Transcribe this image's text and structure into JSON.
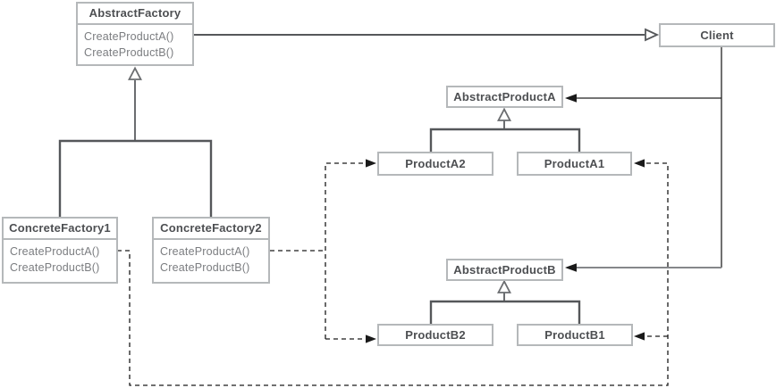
{
  "diagram": {
    "kind": "uml-class-diagram",
    "classes": {
      "abstractFactory": {
        "name": "AbstractFactory",
        "methods": [
          "CreateProductA()",
          "CreateProductB()"
        ]
      },
      "client": {
        "name": "Client"
      },
      "abstractProductA": {
        "name": "AbstractProductA"
      },
      "productA2": {
        "name": "ProductA2"
      },
      "productA1": {
        "name": "ProductA1"
      },
      "concreteFactory1": {
        "name": "ConcreteFactory1",
        "methods": [
          "CreateProductA()",
          "CreateProductB()"
        ]
      },
      "concreteFactory2": {
        "name": "ConcreteFactory2",
        "methods": [
          "CreateProductA()",
          "CreateProductB()"
        ]
      },
      "abstractProductB": {
        "name": "AbstractProductB"
      },
      "productB2": {
        "name": "ProductB2"
      },
      "productB1": {
        "name": "ProductB1"
      }
    },
    "relationships": [
      {
        "type": "association",
        "from": "AbstractFactory",
        "to": "Client",
        "arrowhead": "open",
        "line": "solid"
      },
      {
        "type": "generalization",
        "from": "ConcreteFactory1",
        "to": "AbstractFactory",
        "arrowhead": "hollow-triangle",
        "line": "solid"
      },
      {
        "type": "generalization",
        "from": "ConcreteFactory2",
        "to": "AbstractFactory",
        "arrowhead": "hollow-triangle",
        "line": "solid"
      },
      {
        "type": "generalization",
        "from": "ProductA2",
        "to": "AbstractProductA",
        "arrowhead": "hollow-triangle",
        "line": "solid"
      },
      {
        "type": "generalization",
        "from": "ProductA1",
        "to": "AbstractProductA",
        "arrowhead": "hollow-triangle",
        "line": "solid"
      },
      {
        "type": "generalization",
        "from": "ProductB2",
        "to": "AbstractProductB",
        "arrowhead": "hollow-triangle",
        "line": "solid"
      },
      {
        "type": "generalization",
        "from": "ProductB1",
        "to": "AbstractProductB",
        "arrowhead": "hollow-triangle",
        "line": "solid"
      },
      {
        "type": "association",
        "from": "Client",
        "to": "AbstractProductA",
        "arrowhead": "filled",
        "line": "solid"
      },
      {
        "type": "association",
        "from": "Client",
        "to": "AbstractProductB",
        "arrowhead": "filled",
        "line": "solid"
      },
      {
        "type": "dependency",
        "from": "ConcreteFactory2",
        "to": "ProductA2",
        "arrowhead": "filled",
        "line": "dashed"
      },
      {
        "type": "dependency",
        "from": "ConcreteFactory2",
        "to": "ProductB2",
        "arrowhead": "filled",
        "line": "dashed"
      },
      {
        "type": "dependency",
        "from": "ConcreteFactory1",
        "to": "ProductA1",
        "arrowhead": "filled",
        "line": "dashed"
      },
      {
        "type": "dependency",
        "from": "ConcreteFactory1",
        "to": "ProductB1",
        "arrowhead": "filled",
        "line": "dashed"
      }
    ],
    "colors": {
      "background": "#ffffff",
      "box_border": "#b5b8ba",
      "title_text": "#4d4f52",
      "method_text": "#7b7d80",
      "generalization_line": "#55575a",
      "triangle_stroke": "#6b6d70",
      "association_line": "#1f1f1f",
      "dependency_line": "#1a1a1a"
    }
  }
}
